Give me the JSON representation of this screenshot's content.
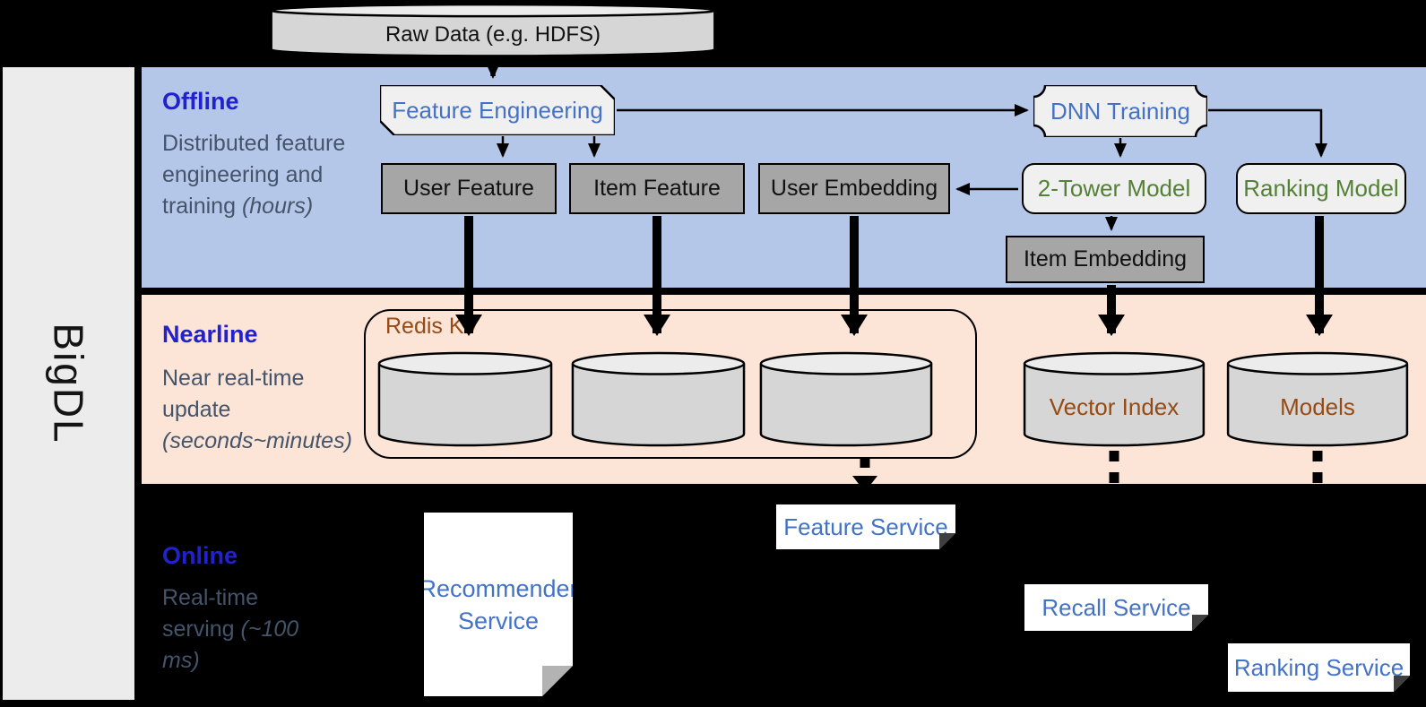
{
  "sidebar": {
    "brand": "BigDL"
  },
  "raw_data": {
    "label": "Raw Data (e.g. HDFS)"
  },
  "sections": {
    "offline": {
      "label": "Offline",
      "description": "Distributed feature engineering and training",
      "duration": "(hours)"
    },
    "nearline": {
      "label": "Nearline",
      "description": "Near real-time update",
      "duration": "(seconds~minutes)"
    },
    "online": {
      "label": "Online",
      "description": "Real-time serving",
      "duration": "(~100 ms)"
    }
  },
  "offline_nodes": {
    "feature_engineering": "Feature Engineering",
    "dnn_training": "DNN Training",
    "user_feature": "User Feature",
    "item_feature": "Item Feature",
    "user_embedding": "User Embedding",
    "two_tower_model": "2-Tower Model",
    "ranking_model": "Ranking Model",
    "item_embedding": "Item Embedding"
  },
  "nearline_nodes": {
    "redis_kv": "Redis KV",
    "vector_index": "Vector Index",
    "models": "Models"
  },
  "online_nodes": {
    "recommender_service": "Recommender Service",
    "feature_service": "Feature Service",
    "recall_service": "Recall Service",
    "ranking_service": "Ranking Service"
  },
  "colors": {
    "offline_band": "#b5c7e8",
    "nearline_band": "#fce4d6",
    "online_band": "#000000",
    "section_label_blue": "#2121ce",
    "description_gray": "#44546a",
    "node_blue_text": "#4472c4",
    "node_green_text": "#538135",
    "nearline_brown_text": "#964a14",
    "gray_node_fill": "#a6a6a6",
    "light_node_fill": "#f0f0f0",
    "cylinder_fill": "#d6d6d6",
    "sidebar_fill": "#ececec"
  }
}
